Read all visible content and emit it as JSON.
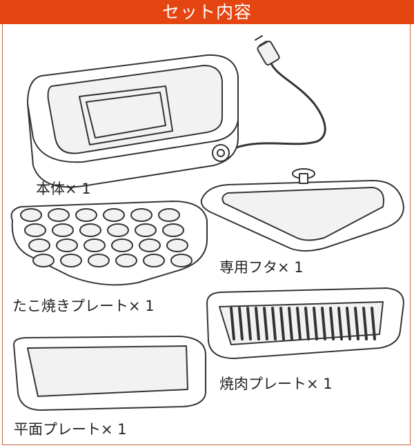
{
  "header": {
    "title": "セット内容"
  },
  "items": [
    {
      "label": "本体× 1"
    },
    {
      "label": "専用フタ× 1"
    },
    {
      "label": "たこ焼きプレート× 1"
    },
    {
      "label": "焼肉プレート× 1"
    },
    {
      "label": "平面プレート× 1"
    }
  ],
  "colors": {
    "accent": "#e54510",
    "border": "#c0643c"
  }
}
